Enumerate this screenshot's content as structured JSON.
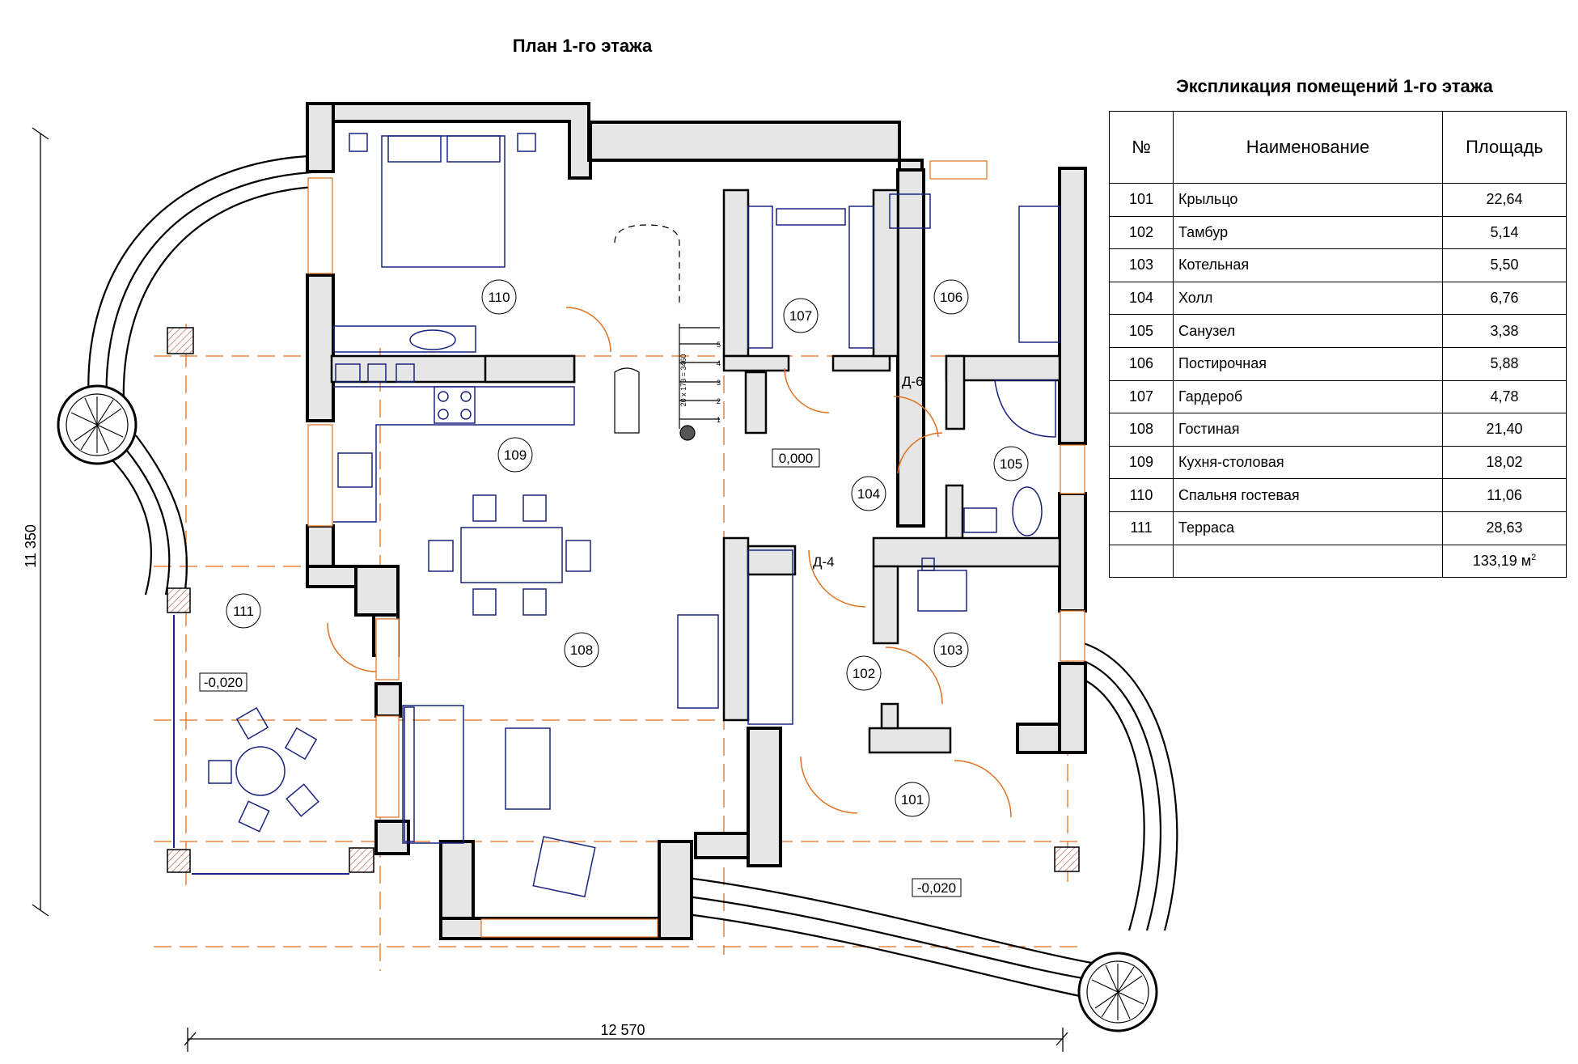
{
  "plan_title": "План 1-го этажа",
  "table_title": "Экспликация помещений 1-го этажа",
  "table_headers": [
    "№",
    "Наименование",
    "Площадь"
  ],
  "rooms": [
    {
      "num": "101",
      "name": "Крыльцо",
      "area": "22,64"
    },
    {
      "num": "102",
      "name": "Тамбур",
      "area": "5,14"
    },
    {
      "num": "103",
      "name": "Котельная",
      "area": "5,50"
    },
    {
      "num": "104",
      "name": "Холл",
      "area": "6,76"
    },
    {
      "num": "105",
      "name": "Санузел",
      "area": "3,38"
    },
    {
      "num": "106",
      "name": "Постирочная",
      "area": "5,88"
    },
    {
      "num": "107",
      "name": "Гардероб",
      "area": "4,78"
    },
    {
      "num": "108",
      "name": "Гостиная",
      "area": "21,40"
    },
    {
      "num": "109",
      "name": "Кухня-столовая",
      "area": "18,02"
    },
    {
      "num": "110",
      "name": "Спальня гостевая",
      "area": "11,06"
    },
    {
      "num": "111",
      "name": "Терраса",
      "area": "28,63"
    }
  ],
  "total_area": "133,19 м",
  "total_unit_sup": "2",
  "dimensions": {
    "width": "12 570",
    "height": "11 350"
  },
  "elevations": {
    "hall": "0,000",
    "terrace": "-0,020",
    "porch": "-0,020"
  },
  "door_marks": {
    "d4": "Д-4",
    "d6": "Д-6"
  },
  "stair_label": "20 x 173 = 3460",
  "stair_steps": [
    "1",
    "2",
    "3",
    "4",
    "5"
  ],
  "colors": {
    "wall": "#000000",
    "wall_fill": "#e6e6e6",
    "furniture": "#1a237e",
    "axis": "#e07020",
    "hatch": "#b04030"
  }
}
